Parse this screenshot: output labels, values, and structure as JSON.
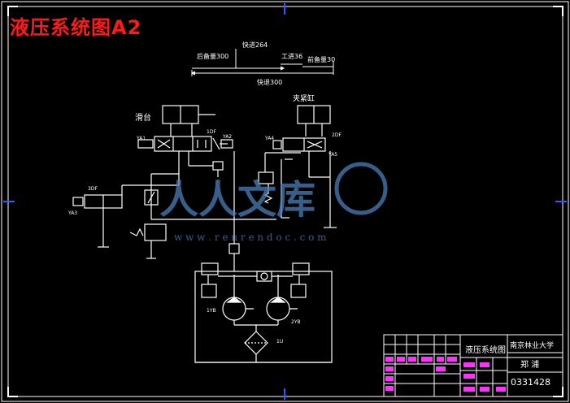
{
  "drawing": {
    "title": "液压系统图A2",
    "motion": {
      "fast_forward": "快进264",
      "rear_stroke": "后备量300",
      "work_feed": "工进36",
      "front_stroke": "前备量30",
      "fast_return": "快退300"
    },
    "components": {
      "slide_table": "滑台",
      "clamp_cylinder": "夹紧缸",
      "ya1": "YA1",
      "ya2": "YA2",
      "ya3": "YA3",
      "ya4": "YA4",
      "ya5": "YA5",
      "v1": "1DF",
      "v2": "2DF",
      "v3": "3DF",
      "pump1": "1YB",
      "pump2": "2YB",
      "filter": "1U"
    },
    "watermark": {
      "brand": "人人文库",
      "url": "w w w . r e n r e n d o c . c o m"
    },
    "title_block": {
      "drawing_name": "液压系统图",
      "school": "南京林业大学",
      "person": "郑 浦",
      "drawing_no": "0331428"
    }
  },
  "colors": {
    "frame": "#ffffff",
    "title": "#ff1a1a",
    "center_marks": "#3355ff",
    "magenta": "#ff33ff",
    "watermark": "#4a7fb8"
  }
}
